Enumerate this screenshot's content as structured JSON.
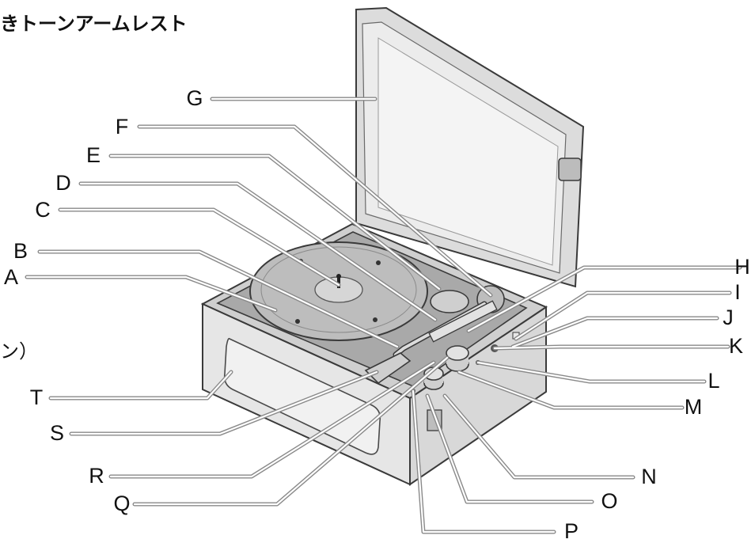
{
  "heading": "きトーンアームレスト",
  "side_note": "ン）",
  "labels": {
    "A": "A",
    "B": "B",
    "C": "C",
    "D": "D",
    "E": "E",
    "F": "F",
    "G": "G",
    "H": "H",
    "I": "I",
    "J": "J",
    "K": "K",
    "L": "L",
    "M": "M",
    "N": "N",
    "O": "O",
    "P": "P",
    "Q": "Q",
    "R": "R",
    "S": "S",
    "T": "T"
  },
  "colors": {
    "case_fill": "#e2e2e2",
    "panel_fill": "#a9a9a9",
    "platter_fill": "#bdbdbd",
    "lid_fill": "#dcdcdc",
    "outline": "#3a3a3a",
    "leader_fill": "#ffffff",
    "leader_edge": "#8a8a8a"
  }
}
